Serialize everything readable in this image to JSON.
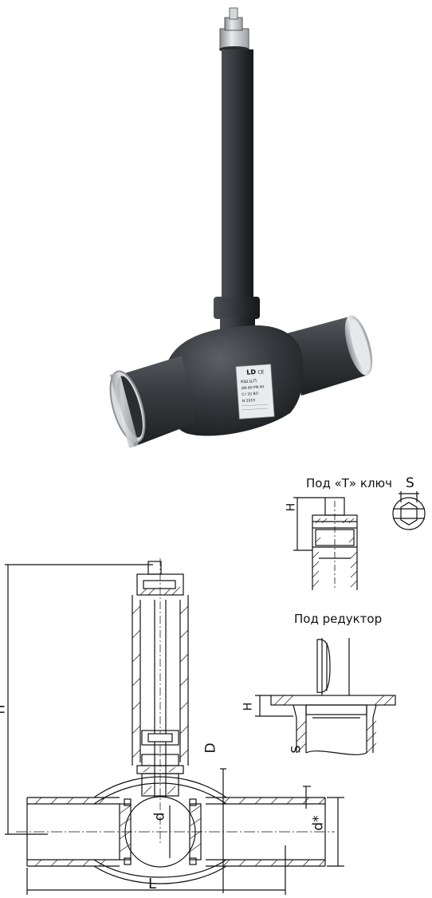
{
  "product": {
    "plate": {
      "brand": "LD",
      "mark": "CE",
      "line1": "КШ.Ц.П.",
      "line2": "DN 80 PN 40",
      "line3": "Ст 20 ВЛ",
      "line4": "N 2019"
    }
  },
  "details": {
    "t_key": {
      "caption": "Под «Т» ключ",
      "height_label": "H",
      "size_label": "S"
    },
    "reducer": {
      "caption": "Под редуктор",
      "height_label": "H"
    }
  },
  "main_drawing": {
    "height_label": "H",
    "length_label": "L",
    "outer_diameter_label": "D",
    "bore_label": "d",
    "pipe_diameter_label": "d*",
    "wall_label": "S"
  },
  "colors": {
    "body": "#2f3236",
    "steel": "#c9ccd0",
    "line": "#111111"
  }
}
